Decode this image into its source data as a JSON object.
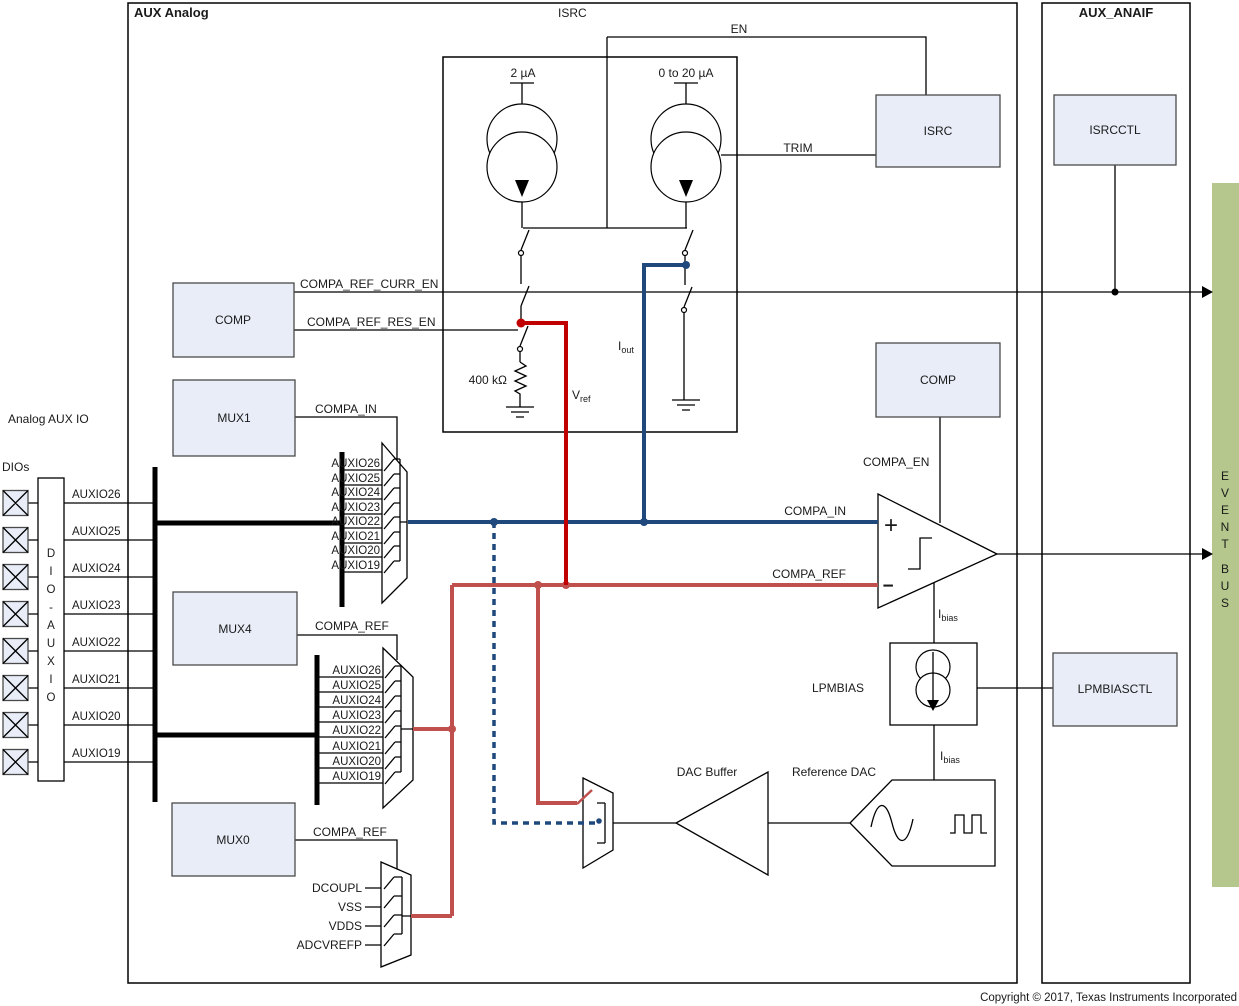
{
  "header": {
    "aux_analog": "AUX Analog",
    "isrc_region": "ISRC",
    "aux_anaif": "AUX_ANAIF"
  },
  "blocks": {
    "comp_left": "COMP",
    "mux1": "MUX1",
    "mux4": "MUX4",
    "mux0": "MUX0",
    "isrc": "ISRC",
    "isrcctl": "ISRCCTL",
    "comp_right": "COMP",
    "lpmbiasctl": "LPMBIASCTL",
    "lpmbias": "LPMBIAS",
    "dac_buffer": "DAC Buffer",
    "reference_dac": "Reference DAC"
  },
  "signals": {
    "en": "EN",
    "trim": "TRIM",
    "compa_ref_curr_en": "COMPA_REF_CURR_EN",
    "compa_ref_res_en": "COMPA_REF_RES_EN",
    "compa_in": "COMPA_IN",
    "compa_ref": "COMPA_REF",
    "compa_en": "COMPA_EN"
  },
  "values": {
    "cs_left": "2 µA",
    "cs_right": "0 to 20 µA",
    "resistor": "400 kΩ"
  },
  "subscripted": {
    "v": "V",
    "ref": "ref",
    "i": "I",
    "out": "out",
    "bias": "bias"
  },
  "comparator": {
    "plus": "+",
    "minus": "−"
  },
  "io": {
    "analog_aux_io": "Analog AUX IO",
    "dios": "DIOs",
    "auxio_channels": [
      "AUXIO26",
      "AUXIO25",
      "AUXIO24",
      "AUXIO23",
      "AUXIO22",
      "AUXIO21",
      "AUXIO20",
      "AUXIO19"
    ],
    "dio_letters": [
      "D",
      "I",
      "O",
      "-",
      "A",
      "U",
      "X",
      "I",
      "O"
    ],
    "mux0_inputs": [
      "DCOUPL",
      "VSS",
      "VDDS",
      "ADCVREFP"
    ]
  },
  "event_bus": {
    "top": [
      "E",
      "V",
      "E",
      "N",
      "T"
    ],
    "bottom": [
      "B",
      "U",
      "S"
    ]
  },
  "footer": {
    "copyright": "Copyright © 2017, Texas Instruments Incorporated"
  },
  "colors": {
    "block_fill": "#E8EDF8",
    "event_bus_fill": "#B5C78C",
    "blue": "#1F497D",
    "red_bright": "#C00000",
    "red_soft": "#C0504D"
  }
}
